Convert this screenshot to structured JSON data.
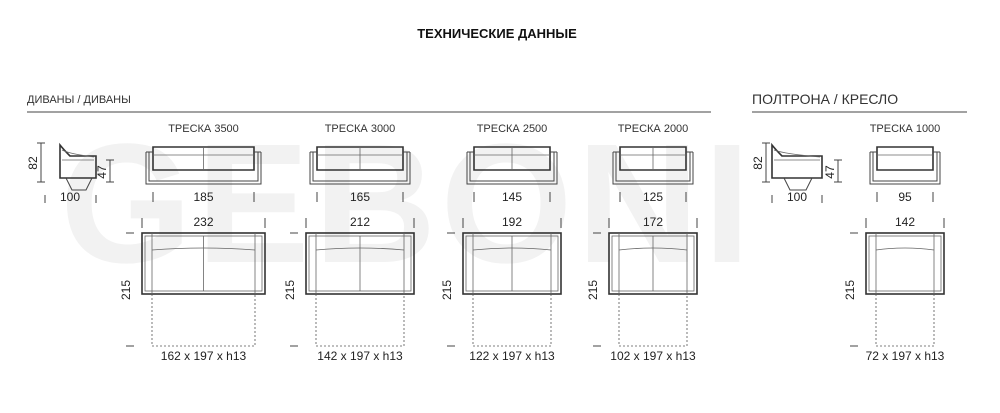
{
  "page": {
    "title": "ТЕХНИЧЕСКИЕ ДАННЫЕ",
    "watermark": "GEBONI"
  },
  "sections": {
    "sofas": "ДИВАНЫ / ДИВАНЫ",
    "armchair": "ПОЛТРОНА / КРЕСЛО"
  },
  "side_views": {
    "sofa": {
      "height": "82",
      "seat_height": "47",
      "depth": "100"
    },
    "armchair": {
      "height": "82",
      "seat_height": "47",
      "depth": "100"
    }
  },
  "models": [
    {
      "name": "ТРЕСКА 3500",
      "front_width": "185",
      "top_width": "232",
      "top_depth": "215",
      "bed": "162 x 197 x h13"
    },
    {
      "name": "ТРЕСКА 3000",
      "front_width": "165",
      "top_width": "212",
      "top_depth": "215",
      "bed": "142 x 197 x h13"
    },
    {
      "name": "ТРЕСКА 2500",
      "front_width": "145",
      "top_width": "192",
      "top_depth": "215",
      "bed": "122 x 197 x h13"
    },
    {
      "name": "ТРЕСКА 2000",
      "front_width": "125",
      "top_width": "172",
      "top_depth": "215",
      "bed": "102 x 197 x h13"
    },
    {
      "name": "ТРЕСКА 1000",
      "front_width": "95",
      "top_width": "142",
      "top_depth": "215",
      "bed": "72 x 197 x h13"
    }
  ]
}
